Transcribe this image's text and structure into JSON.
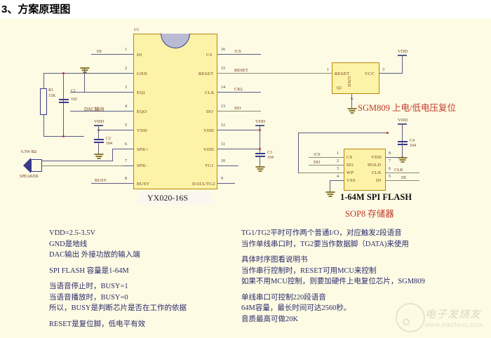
{
  "page": {
    "title": "3、方案原理图"
  },
  "schematic": {
    "main_ic": {
      "ref": "U1",
      "name": "YX020-16S",
      "left_pins": [
        {
          "num": "1",
          "label": "DI"
        },
        {
          "num": "2",
          "label": "GND"
        },
        {
          "num": "3",
          "label": "EQI"
        },
        {
          "num": "4",
          "label": "EQO"
        },
        {
          "num": "5",
          "label": "VDD"
        },
        {
          "num": "6",
          "label": "SPK+"
        },
        {
          "num": "7",
          "label": "SPK-"
        },
        {
          "num": "8",
          "label": "BUSY"
        }
      ],
      "right_pins": [
        {
          "num": "16",
          "label": "CS"
        },
        {
          "num": "15",
          "label": "RESET"
        },
        {
          "num": "14",
          "label": "CLK"
        },
        {
          "num": "13",
          "label": "DO"
        },
        {
          "num": "12",
          "label": "VDD"
        },
        {
          "num": "11",
          "label": "VDD"
        },
        {
          "num": "10",
          "label": "TG1"
        },
        {
          "num": "9",
          "label": "DATA/TG2"
        }
      ],
      "left_nets": [
        "DI",
        "DAC输出",
        "BUSY"
      ],
      "right_nets": [
        "/CS",
        "RESET",
        "CKL",
        "DO"
      ]
    },
    "components": [
      {
        "ref": "R1",
        "value": "15K"
      },
      {
        "ref": "C1",
        "value": "102"
      },
      {
        "ref": "C2",
        "value": "104"
      },
      {
        "ref": "C3",
        "value": "104"
      },
      {
        "ref": "C4",
        "value": "104"
      }
    ],
    "speaker": {
      "spec": "0.5W 8Ω",
      "label": "SPEAKER"
    },
    "reset_ic": {
      "ref": "Q1",
      "pins": [
        {
          "num": "1",
          "label": "RESET"
        },
        {
          "num": "3",
          "label": "VCC"
        },
        {
          "num": "2",
          "label": "GND"
        }
      ],
      "caption": "SGM809 上电/低电压复位",
      "caption_part": "SGM809",
      "caption_rest": " 上电/低电压复位"
    },
    "flash_ic": {
      "left_pins": [
        {
          "num": "1",
          "label": "CS"
        },
        {
          "num": "2",
          "label": "DO"
        },
        {
          "num": "3",
          "label": "WP"
        },
        {
          "num": "4",
          "label": "VSS"
        }
      ],
      "right_pins": [
        {
          "num": "8",
          "label": "VDD"
        },
        {
          "num": "7",
          "label": "HOLD"
        },
        {
          "num": "6",
          "label": "CLK"
        },
        {
          "num": "5",
          "label": "DI"
        }
      ],
      "left_nets": [
        "/CS",
        "DO"
      ],
      "right_nets": [
        "CLK",
        "DI"
      ],
      "caption1": "1-64M SPI FLASH",
      "caption2": "SOP8 存储器"
    },
    "power_label": "VDD",
    "notes_left": [
      "VDD=2.5-3.5V",
      "GND是地线",
      "DAC输出 外接功放的输入端",
      "SPI FLASH 容量是1-64M",
      "当语音停止时，BUSY=1",
      "当语音播放时，BUSY=0",
      "所以，BUSY是判断芯片是否在工作的依据",
      "RESET是复位脚，低电平有效"
    ],
    "notes_right": [
      "TG1/TG2平时可作两个普通I/O，对应触发2段语音",
      "当作单线串口时，TG2要当作数据脚（DATA)来使用",
      "具体时序图看说明书",
      "当作串行控制时，RESET可用MCU来控制",
      "如果不用MCU控制，则要加硬件上电复位芯片，SGM809",
      "单线串口可控制220段语音",
      "64M容量，最长时间可达2560秒。",
      "音质最高可做20K"
    ]
  },
  "watermark": {
    "text": "电子发烧友",
    "url": "www.elecfans.com"
  }
}
